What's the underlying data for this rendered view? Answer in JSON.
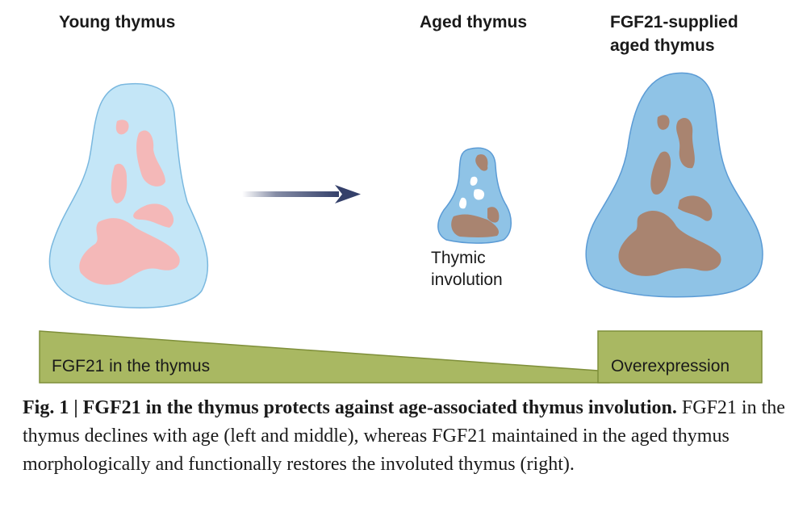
{
  "labels": {
    "young": "Young thymus",
    "aged": "Aged thymus",
    "fgf21_line1": "FGF21-supplied",
    "fgf21_line2": "aged thymus",
    "involution_line1": "Thymic",
    "involution_line2": "involution"
  },
  "bars": {
    "declining_label": "FGF21 in the thymus",
    "overexpression_label": "Overexpression",
    "bar_color": "#a9b862",
    "bar_border": "#7f8f3a"
  },
  "caption": {
    "prefix": "Fig. 1",
    "separator": " | ",
    "title": "FGF21 in the thymus protects against age-associated thymus involution.",
    "body": " FGF21 in the thymus declines with age (left and middle), whereas FGF21 maintained in the aged thymus morphologically and functionally restores the involuted thymus (right)."
  },
  "colors": {
    "young_fill": "#c4e6f7",
    "young_spots": "#f4b8b8",
    "aged_fill": "#8fc3e6",
    "aged_spots": "#a98470",
    "outline": "#5b9bd5",
    "arrow": "#34406a"
  }
}
